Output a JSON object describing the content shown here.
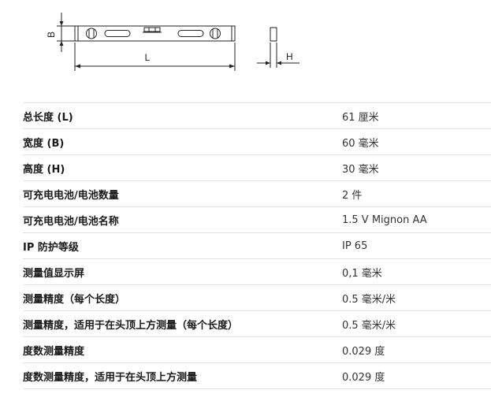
{
  "diagram": {
    "dim_b": "B",
    "dim_l": "L",
    "dim_h": "H"
  },
  "specs": [
    {
      "label": "总长度 (L)",
      "value": "61 厘米"
    },
    {
      "label": "宽度 (B)",
      "value": "60 毫米"
    },
    {
      "label": "高度 (H)",
      "value": "30 毫米"
    },
    {
      "label": "可充电电池/电池数量",
      "value": "2 件"
    },
    {
      "label": "可充电电池/电池名称",
      "value": "1.5 V Mignon AA"
    },
    {
      "label": "IP 防护等级",
      "value": "IP 65"
    },
    {
      "label": "测量值显示屏",
      "value": "0,1 毫米"
    },
    {
      "label": "测量精度（每个长度）",
      "value": "0.5 毫米/米"
    },
    {
      "label": "测量精度，适用于在头顶上方测量（每个长度）",
      "value": "0.5 毫米/米"
    },
    {
      "label": "度数测量精度",
      "value": "0.029 度"
    },
    {
      "label": "度数测量精度，适用于在头顶上方测量",
      "value": "0.029 度"
    }
  ]
}
